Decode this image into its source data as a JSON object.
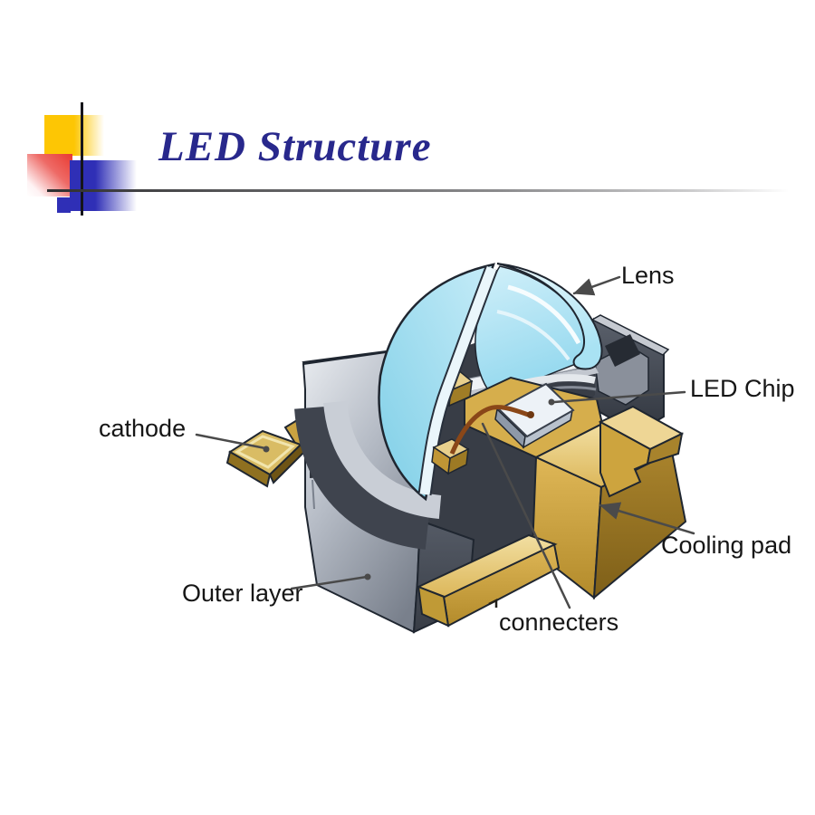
{
  "slide": {
    "title": "LED Structure",
    "title_color": "#28288c",
    "background": "#ffffff"
  },
  "decoration": {
    "yellow": "#fdc604",
    "red": "#e93a31",
    "blue": "#2f2fb6",
    "rule_dark": "#2e2e30"
  },
  "diagram": {
    "label_color": "#161616",
    "leader_color": "#4a4a4a",
    "labels": {
      "lens": "Lens",
      "led_chip": "LED Chip",
      "cathode": "cathode",
      "cooling_pad": "Cooling pad",
      "outer_layer": "Outer layer",
      "connecters": "connecters"
    },
    "colors": {
      "lens_blue": "#7fcfe7",
      "housing_gray": "#79808c",
      "gold": "#d6ae4c",
      "chip_silver": "#edf2f7",
      "wire_copper": "#8a4718"
    }
  }
}
